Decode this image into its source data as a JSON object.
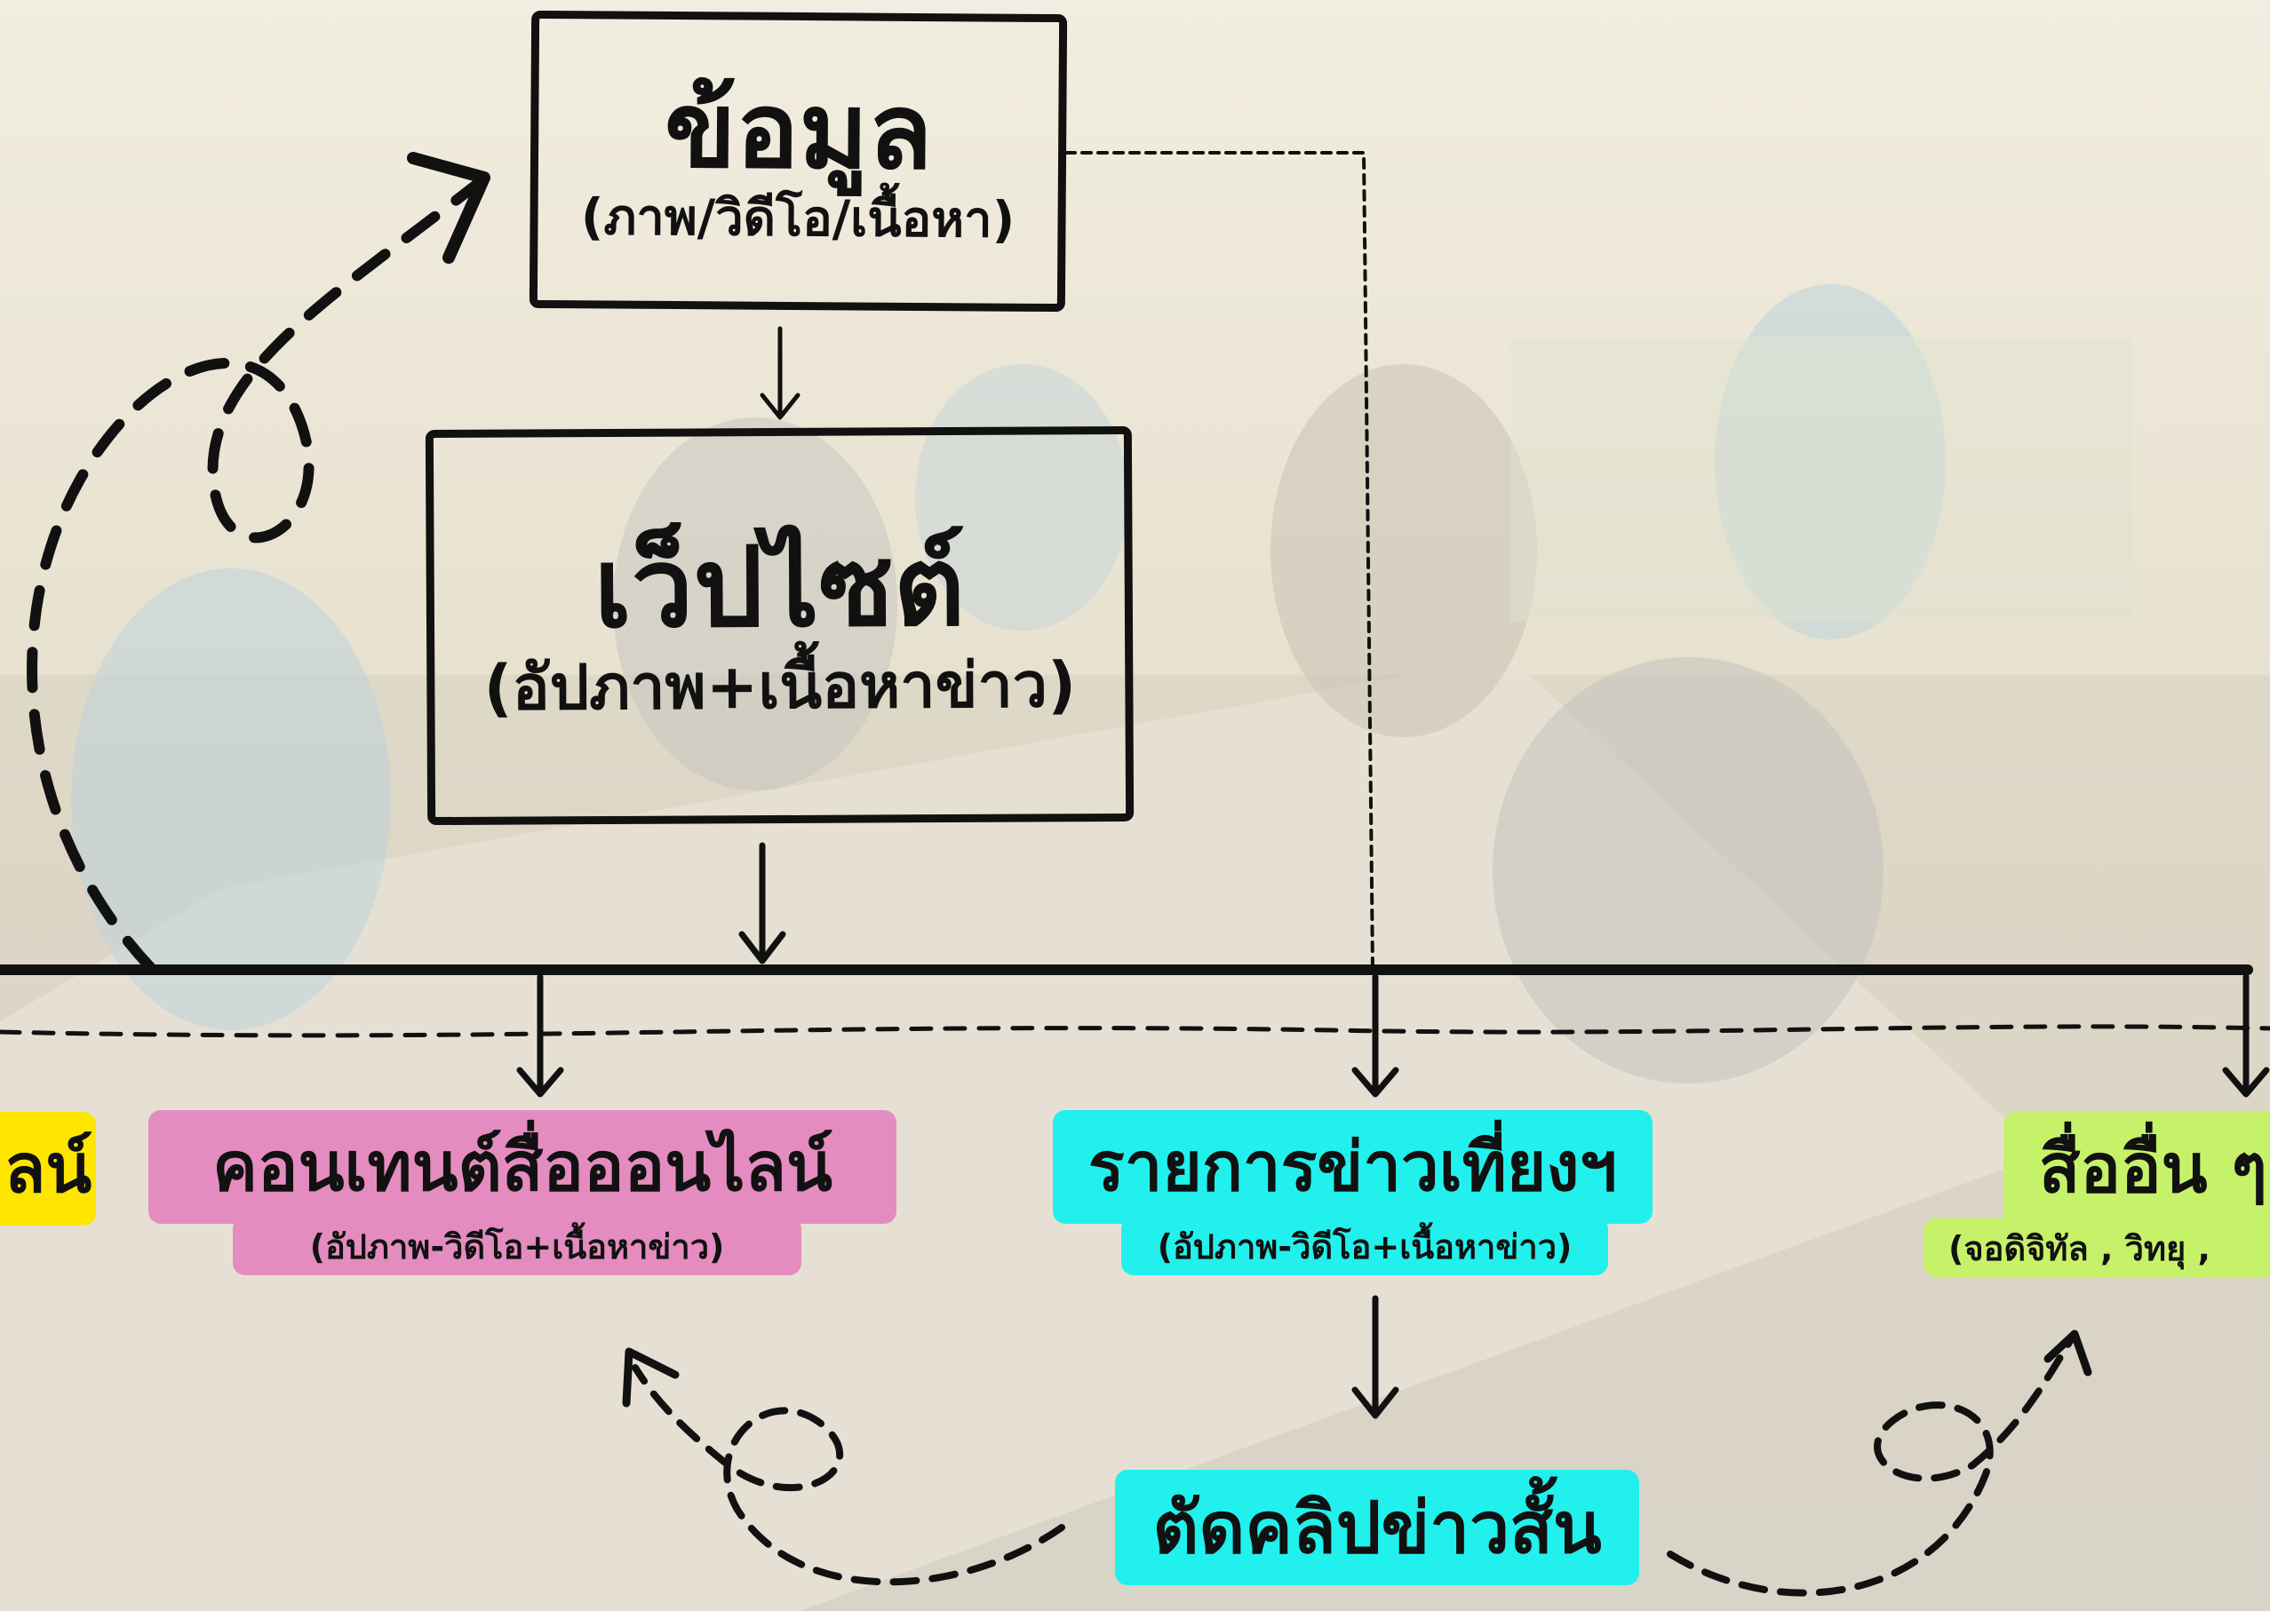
{
  "top_box": {
    "title": "ข้อมูล",
    "subtitle": "(ภาพ/วิดีโอ/เนื้อหา)"
  },
  "web_box": {
    "title": "เว็ปไซต์",
    "subtitle": "(อัปภาพ+เนื้อหาข่าว)"
  },
  "left_partial": {
    "label": "ลน์",
    "color": "#ffe600"
  },
  "online": {
    "label": "คอนเทนต์สื่อออนไลน์",
    "subtitle": "(อัปภาพ-วิดีโอ+เนื้อหาข่าว)",
    "color": "#e48bbf"
  },
  "noon_news": {
    "label": "รายการข่าวเที่ยงฯ",
    "subtitle": "(อัปภาพ-วิดีโอ+เนื้อหาข่าว)",
    "color": "#22f0ec"
  },
  "other_media": {
    "label": "สื่ออื่น ๆ",
    "subtitle": "(จอดิจิทัล , วิทยุ ,",
    "color": "#c6f26a"
  },
  "short_clip": {
    "label": "ตัดคลิปข่าวสั้น",
    "color": "#22f0ec"
  }
}
